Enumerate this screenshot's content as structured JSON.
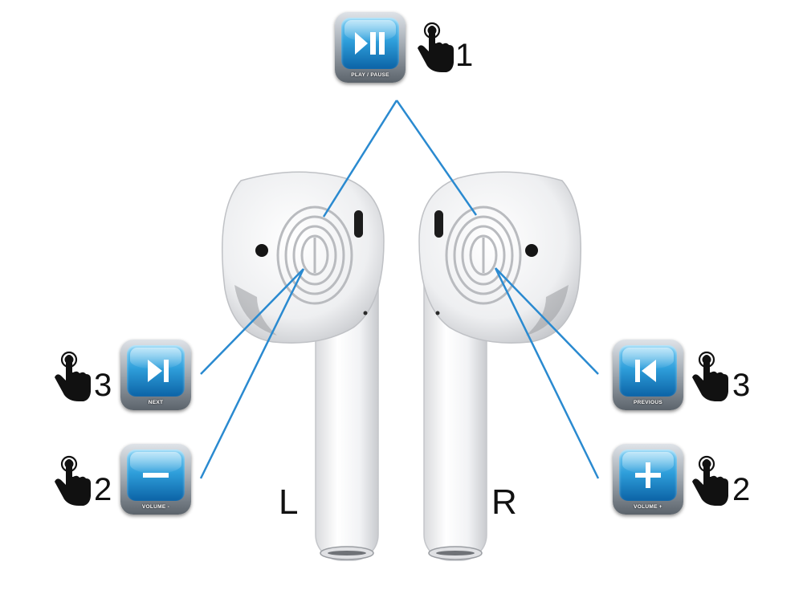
{
  "buttons": {
    "play_pause": {
      "caption": "PLAY / PAUSE",
      "taps": "1",
      "icon": "play-pause-icon"
    },
    "next": {
      "caption": "NEXT",
      "taps": "3",
      "icon": "next-icon"
    },
    "volume_down": {
      "caption": "VOLUME -",
      "taps": "2",
      "icon": "minus-icon"
    },
    "previous": {
      "caption": "PREVIOUS",
      "taps": "3",
      "icon": "previous-icon"
    },
    "volume_up": {
      "caption": "VOLUME +",
      "taps": "2",
      "icon": "plus-icon"
    }
  },
  "earbuds": {
    "left": "L",
    "right": "R"
  },
  "colors": {
    "line": "#2a8ad0",
    "button_blue": "#2f9fdb"
  }
}
